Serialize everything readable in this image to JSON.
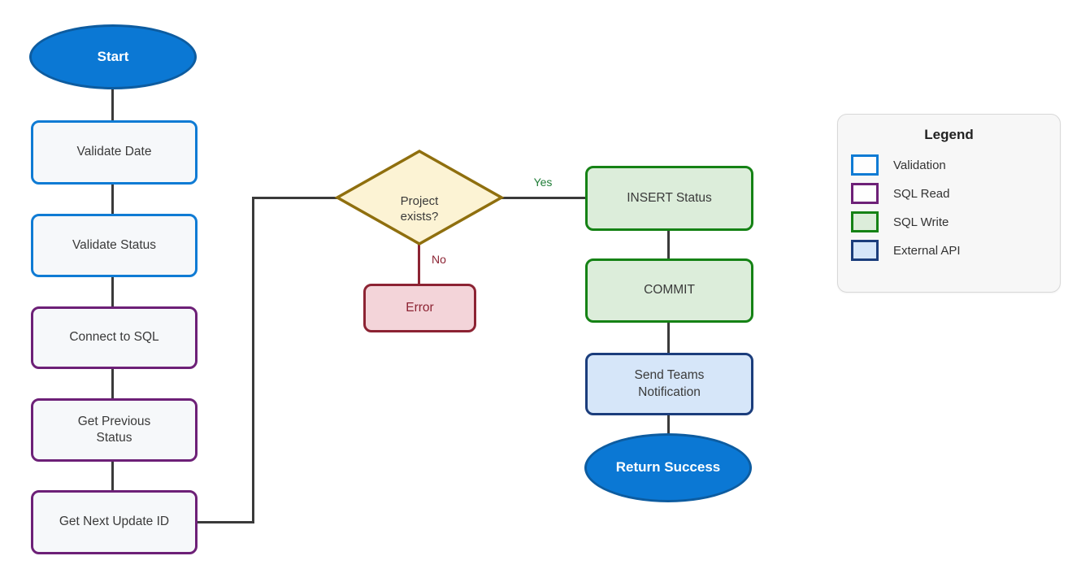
{
  "flowchart": {
    "nodes": {
      "start": {
        "label": "Start",
        "type": "terminator"
      },
      "validate_date": {
        "label": "Validate Date",
        "category": "Validation"
      },
      "validate_status": {
        "label": "Validate Status",
        "category": "Validation"
      },
      "connect_to_sql": {
        "label": "Connect to SQL",
        "category": "SQL Read"
      },
      "get_previous_status": {
        "label": "Get Previous Status",
        "category": "SQL Read"
      },
      "get_next_update_id": {
        "label": "Get Next Update ID",
        "category": "SQL Read"
      },
      "project_exists": {
        "label": "Project exists?",
        "type": "decision"
      },
      "error": {
        "label": "Error",
        "type": "error"
      },
      "insert_status": {
        "label": "INSERT Status",
        "category": "SQL Write"
      },
      "commit": {
        "label": "COMMIT",
        "category": "SQL Write"
      },
      "send_teams_notification": {
        "label": "Send Teams Notification",
        "category": "External API"
      },
      "return_success": {
        "label": "Return Success",
        "type": "terminator"
      }
    },
    "edge_labels": {
      "yes": "Yes",
      "no": "No"
    }
  },
  "legend": {
    "title": "Legend",
    "items": [
      {
        "label": "Validation",
        "border_color": "#0f7bd4",
        "fill_color": "#ffffff"
      },
      {
        "label": "SQL Read",
        "border_color": "#6d2077",
        "fill_color": "#ffffff"
      },
      {
        "label": "SQL Write",
        "border_color": "#158215",
        "fill_color": "#dcedda"
      },
      {
        "label": "External API",
        "border_color": "#1b3d7c",
        "fill_color": "#d6e6f9"
      }
    ]
  },
  "colors": {
    "terminator_fill": "#0b78d4",
    "terminator_border": "#0d5ca0",
    "process_fill": "#f6f8fa",
    "decision_fill": "#fcf3d4",
    "decision_border": "#8f6f0e",
    "error_fill": "#f3d4d9",
    "error_border": "#8c2333",
    "connector": "#3a3a3a",
    "yes_label_color": "#1f7d37",
    "no_label_color": "#8c2333",
    "background": "#ffffff"
  }
}
